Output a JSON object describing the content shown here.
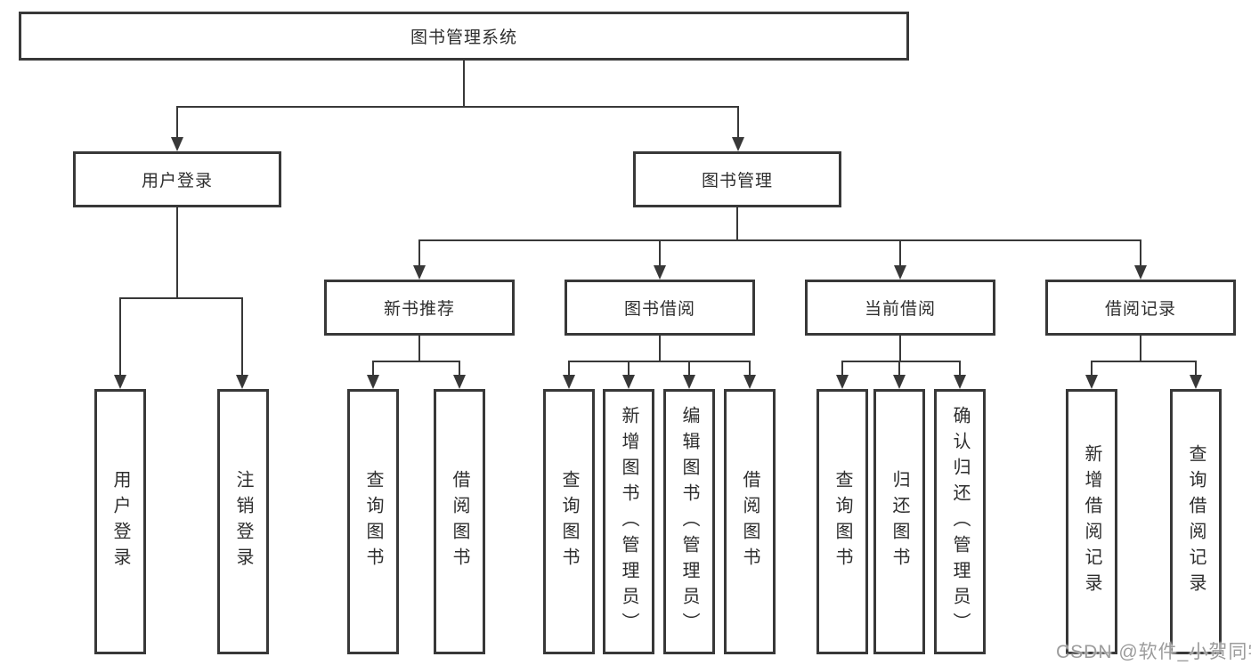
{
  "diagram": {
    "root": {
      "label": "图书管理系统"
    },
    "level2": [
      {
        "label": "用户登录"
      },
      {
        "label": "图书管理"
      }
    ],
    "level3": [
      {
        "label": "新书推荐"
      },
      {
        "label": "图书借阅"
      },
      {
        "label": "当前借阅"
      },
      {
        "label": "借阅记录"
      }
    ],
    "leaves": [
      {
        "label": "用户登录"
      },
      {
        "label": "注销登录"
      },
      {
        "label": "查询图书"
      },
      {
        "label": "借阅图书"
      },
      {
        "label": "查询图书"
      },
      {
        "label": "新增图书（管理员）"
      },
      {
        "label": "编辑图书（管理员）"
      },
      {
        "label": "借阅图书"
      },
      {
        "label": "查询图书"
      },
      {
        "label": "归还图书"
      },
      {
        "label": "确认归还（管理员）"
      },
      {
        "label": "新增借阅记录"
      },
      {
        "label": "查询借阅记录"
      }
    ],
    "watermark": "CSDN @软件_小贺同学",
    "colors": {
      "line": "#383838",
      "text": "#2e2e2e",
      "watermark": "#9c9c9c",
      "background": "#ffffff"
    }
  }
}
